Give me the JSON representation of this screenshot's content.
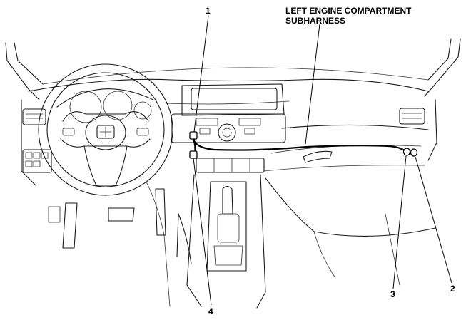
{
  "harness_label": {
    "line1": "LEFT ENGINE COMPARTMENT",
    "line2": "SUBHARNESS"
  },
  "callouts": [
    "1",
    "2",
    "3",
    "4"
  ]
}
